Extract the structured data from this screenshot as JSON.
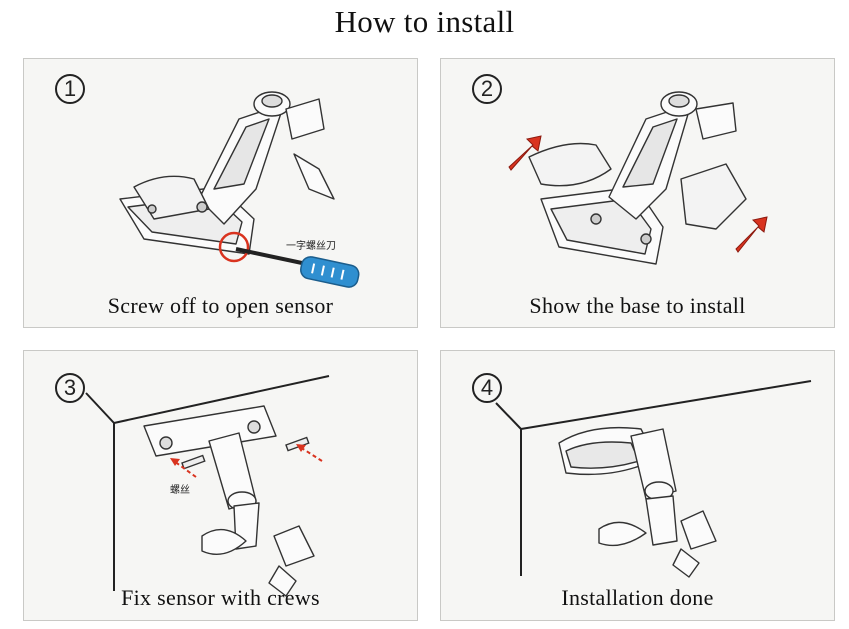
{
  "title": "How to install",
  "steps": [
    {
      "number": "1",
      "caption": "Screw off to open sensor",
      "tool_label": "一字螺丝刀"
    },
    {
      "number": "2",
      "caption": "Show the base to install"
    },
    {
      "number": "3",
      "caption": "Fix sensor with crews",
      "screw_label": "螺丝"
    },
    {
      "number": "4",
      "caption": "Installation done"
    }
  ],
  "colors": {
    "arrow": "#d9331f",
    "screwdriver_handle": "#2f8fd0",
    "highlight_circle": "#d9331f"
  }
}
